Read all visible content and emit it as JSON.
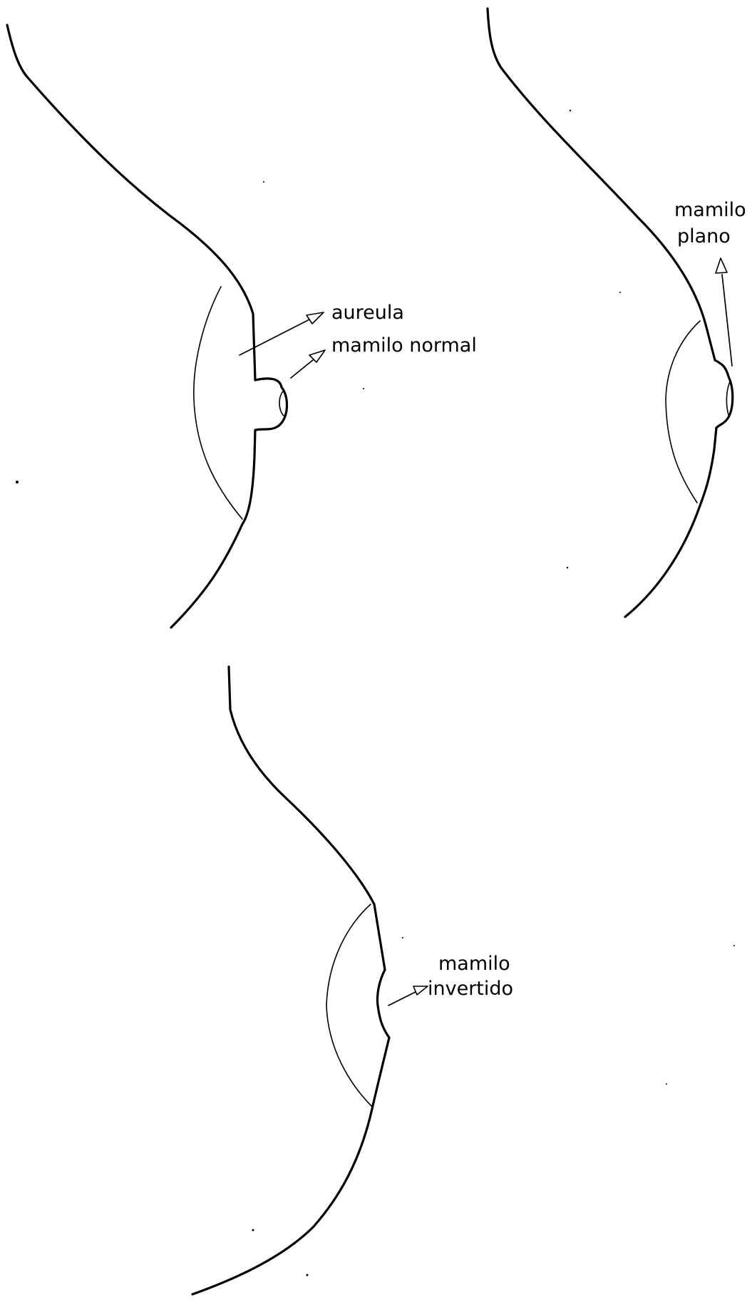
{
  "figures": [
    {
      "id": "normal",
      "labels": {
        "areola": "aureula",
        "nipple": "mamilo normal"
      }
    },
    {
      "id": "flat",
      "labels": {
        "line1": "mamilo",
        "line2": "plano"
      }
    },
    {
      "id": "inverted",
      "labels": {
        "line1": "mamilo",
        "line2": "invertido"
      }
    }
  ]
}
